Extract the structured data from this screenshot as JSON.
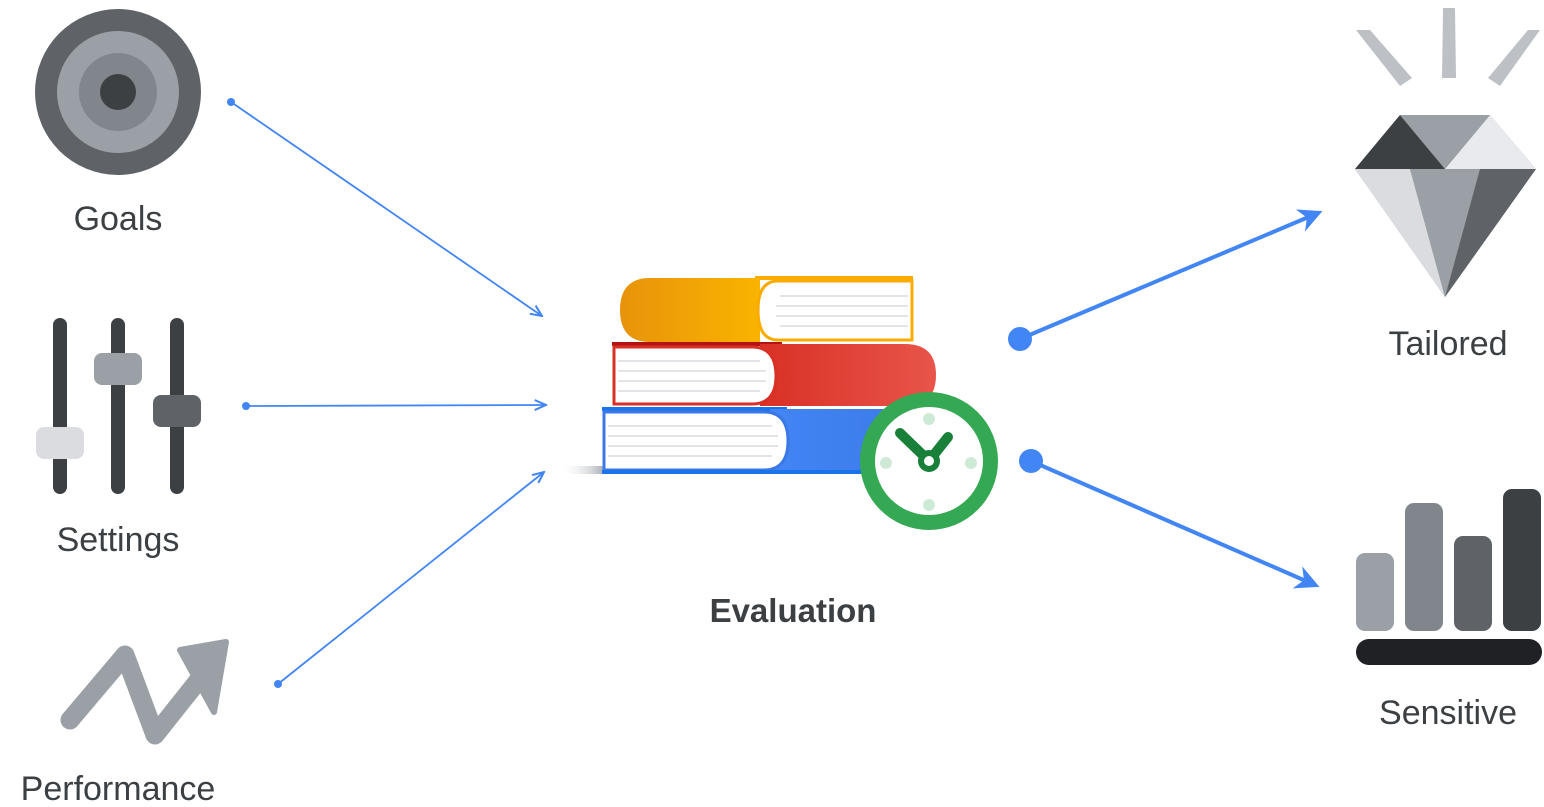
{
  "inputs": [
    {
      "label": "Goals",
      "icon": "target-icon"
    },
    {
      "label": "Settings",
      "icon": "sliders-icon"
    },
    {
      "label": "Performance",
      "icon": "trend-arrow-icon"
    }
  ],
  "center": {
    "label": "Evaluation",
    "icon": "books-with-clock-icon"
  },
  "outputs": [
    {
      "label": "Tailored",
      "icon": "diamond-icon"
    },
    {
      "label": "Sensitive",
      "icon": "bar-levels-icon"
    }
  ],
  "colors": {
    "arrow": "#4285f4",
    "text": "#3c4043",
    "book_yellow": "#f9ab00",
    "book_red": "#ea4335",
    "book_blue": "#4285f4",
    "clock_green": "#34a853"
  }
}
